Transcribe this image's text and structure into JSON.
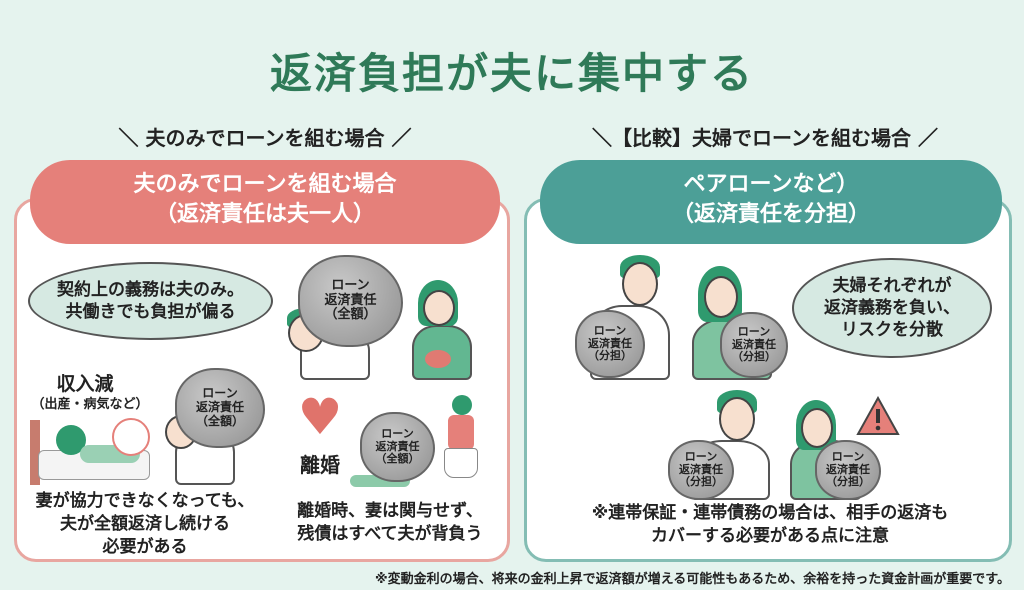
{
  "title": "返済負担が夫に集中する",
  "left": {
    "subheading": "＼ 夫のみでローンを組む場合 ／",
    "pill_line1": "夫のみでローンを組む場合",
    "pill_line2": "（返済責任は夫一人）",
    "bubble_line1": "契約上の義務は夫のみ。",
    "bubble_line2": "共働きでも負担が偏る",
    "rock": {
      "l1": "ローン",
      "l2": "返済責任",
      "l3": "（全額）"
    },
    "income_label": "収入減",
    "income_sub": "（出産・病気など）",
    "divorce_label": "離婚",
    "bottom_left": [
      "妻が協力できなくなっても、",
      "夫が全額返済し続ける",
      "必要がある"
    ],
    "bottom_right": [
      "離婚時、妻は関与せず、",
      "残債はすべて夫が背負う"
    ]
  },
  "right": {
    "subheading": "＼【比較】夫婦でローンを組む場合 ／",
    "pill_line1": "ペアローンなど）",
    "pill_line2": "（返済責任を分担）",
    "rock": {
      "l1": "ローン",
      "l2": "返済責任",
      "l3": "（分担）"
    },
    "bubble": [
      "夫婦それぞれが",
      "返済義務を負い、",
      "リスクを分散"
    ],
    "note": [
      "※連帯保証・連帯債務の場合は、相手の返済も",
      "カバーする必要がある点に注意"
    ]
  },
  "footer": "※変動金利の場合、将来の金利上昇で返済額が増える可能性もあるため、余裕を持った資金計画が重要です。",
  "colors": {
    "green": "#2f7a58",
    "red": "#e5807a",
    "teal": "#4c9f97"
  }
}
